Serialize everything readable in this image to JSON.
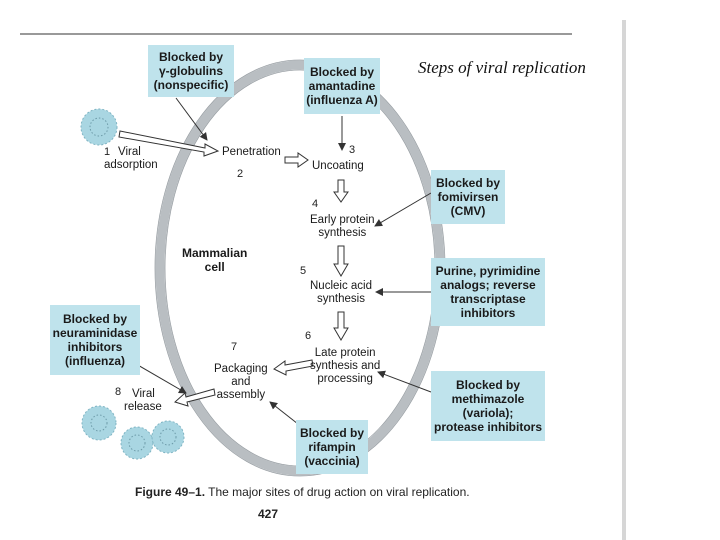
{
  "heading": "Steps of viral replication",
  "cell_label": [
    "Mammalian",
    "cell"
  ],
  "steps": [
    {
      "num": "1",
      "lines": [
        "Viral",
        "adsorption"
      ]
    },
    {
      "num": "2",
      "lines": [
        "Penetration"
      ]
    },
    {
      "num": "3",
      "lines": [
        "Uncoating"
      ]
    },
    {
      "num": "4",
      "lines": [
        "Early protein",
        "synthesis"
      ]
    },
    {
      "num": "5",
      "lines": [
        "Nucleic acid",
        "synthesis"
      ]
    },
    {
      "num": "6",
      "lines": [
        "Late protein",
        "synthesis and",
        "processing"
      ]
    },
    {
      "num": "7",
      "lines": [
        "Packaging",
        "and",
        "assembly"
      ]
    },
    {
      "num": "8",
      "lines": [
        "Viral",
        "release"
      ]
    }
  ],
  "blockers": {
    "gamma_globulins": [
      "Blocked by",
      "γ-globulins",
      "(nonspecific)"
    ],
    "amantadine": [
      "Blocked by",
      "amantadine",
      "(influenza A)"
    ],
    "fomivirsen": [
      "Blocked by",
      "fomivirsen",
      "(CMV)"
    ],
    "purine": [
      "Purine, pyrimidine",
      "analogs; reverse",
      "transcriptase",
      "inhibitors"
    ],
    "neuraminidase": [
      "Blocked by",
      "neuraminidase",
      "inhibitors",
      "(influenza)"
    ],
    "methimazole": [
      "Blocked by",
      "methimazole",
      "(variola);",
      "protease inhibitors"
    ],
    "rifampin": [
      "Blocked by",
      "rifampin",
      "(vaccinia)"
    ]
  },
  "caption": {
    "label": "Figure 49–1.",
    "text": "The major sites of drug action on viral replication."
  },
  "page_number": "427",
  "colors": {
    "box_fill": "#bfe3ec",
    "membrane": "#b9bec2",
    "virus": "#a9d6e2",
    "arrow": "#333333"
  }
}
